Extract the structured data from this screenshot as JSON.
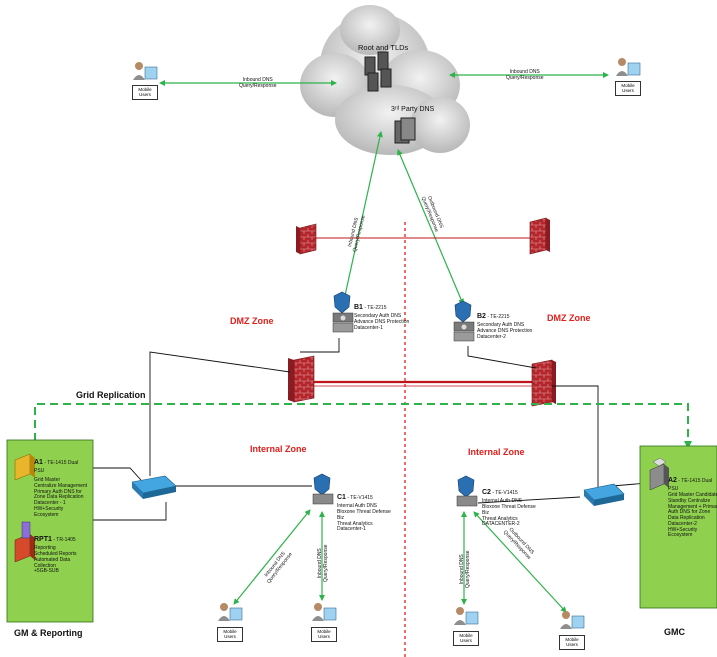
{
  "cloud": {
    "title": "Root and TLDs",
    "third_party": "3ʳᵈ Party DNS"
  },
  "flows": {
    "inbound": "Inbound DNS\nQuery/Response",
    "outbound": "Outbound DNS\nQuery/Response"
  },
  "mobile_users": "Mobile\nUsers",
  "zones": {
    "dmz_left": "DMZ Zone",
    "dmz_right": "DMZ Zone",
    "internal_left": "Internal Zone",
    "internal_right": "Internal Zone"
  },
  "grid_replication": "Grid Replication",
  "devices": {
    "b1": {
      "id": "B1",
      "model": " - TE-2215",
      "lines": [
        "Secondary Auth DNS",
        "Advance DNS Protection",
        "Datacenter-1"
      ]
    },
    "b2": {
      "id": "B2",
      "model": " - TE-2215",
      "lines": [
        "Secondary Auth DNS",
        "Advance DNS Protection",
        "Datacenter-2"
      ]
    },
    "c1": {
      "id": "C1",
      "model": " - TE-V1415",
      "lines": [
        "Internal Auth DNS",
        "Bloxone Threat Defense",
        "Biz",
        "Threat Analytics",
        "Datacenter-1"
      ]
    },
    "c2": {
      "id": "C2",
      "model": " - TE-V1415",
      "lines": [
        "Internal Auth DNS",
        "Bloxone Threat Defense",
        "Biz",
        "Threat Analytics",
        "DATACENTER-2"
      ]
    },
    "a1": {
      "id": "A1",
      "model": " - TE-1415 Dual",
      "lines": [
        "PSU",
        "Grid Master",
        "Centralize Management",
        "Primary Auth DNS for",
        "Zone Data Replication",
        "Datacenter - 1",
        "HW+Security",
        "Ecosystem"
      ]
    },
    "rpt1": {
      "id": "RPT1",
      "model": " - TR-1405",
      "lines": [
        "Reporting",
        "Scheduled Reports",
        "Automated Data",
        "Collection",
        "+5GB-SUB"
      ]
    },
    "a2": {
      "id": "A2",
      "model": " - TE-1415 Dual",
      "lines": [
        "PSU",
        "Grid Master Candidate",
        "Standby Centralize",
        "Management + Primary",
        "Auth DNS for Zone",
        "Data Replication",
        "Datacenter-2",
        "HW+Security",
        "Ecosystem"
      ]
    }
  },
  "panels": {
    "left": "GM & Reporting",
    "right": "GMC"
  },
  "colors": {
    "green_line": "#2db34a",
    "red_line": "#c0141b",
    "zone_text": "#e0201c",
    "panel_fill": "#8fd14f",
    "cloud_fill": "#d4d4d4"
  }
}
